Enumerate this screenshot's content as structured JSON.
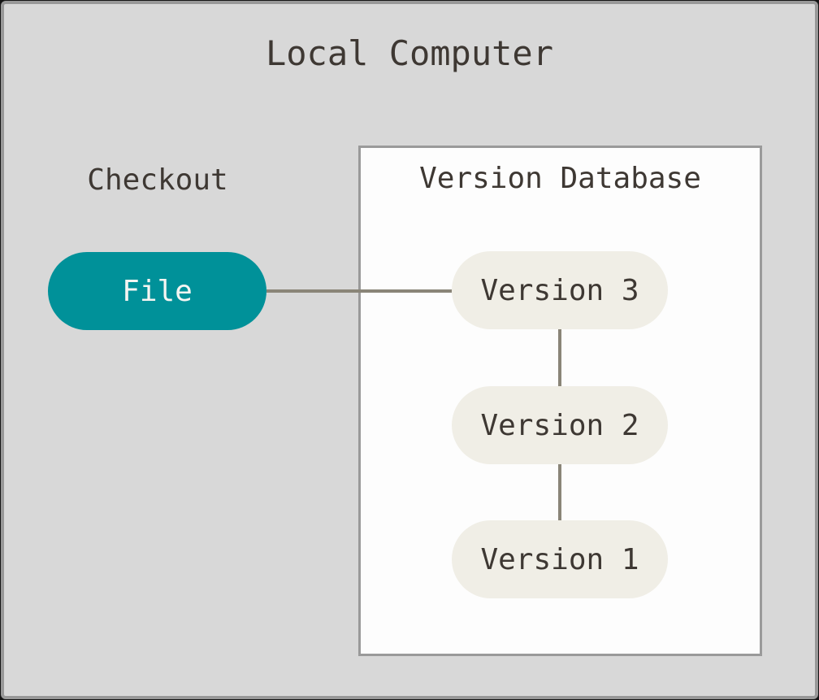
{
  "title": "Local Computer",
  "checkout": {
    "label": "Checkout"
  },
  "file_node": {
    "label": "File"
  },
  "version_database": {
    "title": "Version Database",
    "versions": [
      {
        "label": "Version 3"
      },
      {
        "label": "Version 2"
      },
      {
        "label": "Version 1"
      }
    ]
  },
  "connectors": [
    {
      "from": "file",
      "to": "version-3",
      "orientation": "horizontal"
    },
    {
      "from": "version-3",
      "to": "version-2",
      "orientation": "vertical"
    },
    {
      "from": "version-2",
      "to": "version-1",
      "orientation": "vertical"
    }
  ],
  "colors": {
    "background": "#d8d8d8",
    "frame_border": "#989898",
    "text": "#3e3833",
    "teal_node": "#009199",
    "teal_node_text": "#f5f5f2",
    "version_node": "#f0eee6",
    "box_fill": "#fdfdfd",
    "box_border": "#9a9a9a",
    "connector": "#8a8578"
  }
}
